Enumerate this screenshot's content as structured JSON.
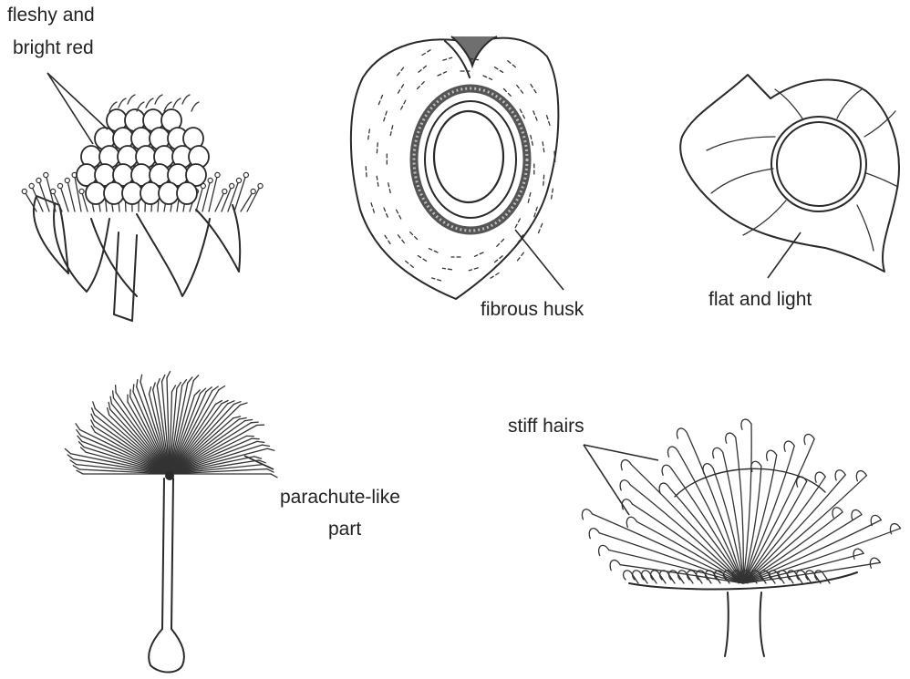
{
  "labels": {
    "berry_line1": "fleshy and",
    "berry_line2": "bright red",
    "husk": "fibrous husk",
    "winged": "flat and light",
    "parachute_line1": "parachute-like",
    "parachute_line2": "part",
    "hooked": "stiff hairs"
  },
  "colors": {
    "ink": "#2a2a2a",
    "husk_band": "#7a7a7a",
    "background": "#ffffff"
  }
}
